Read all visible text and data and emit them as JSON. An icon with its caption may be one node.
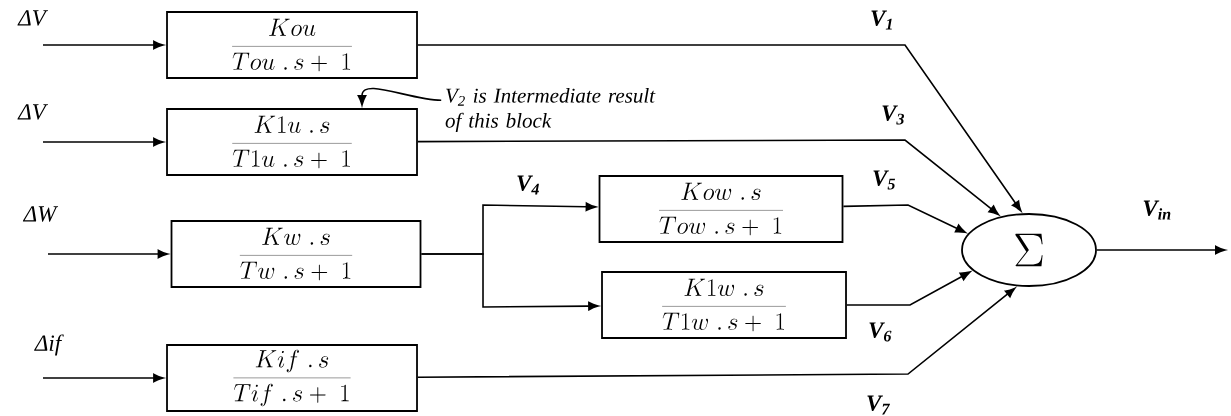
{
  "diagram": {
    "nodes": [
      {
        "text": [
          "\\frac{Kou}{Tou\\;.\\,s+\\;1}"
        ]
      },
      {
        "text": [
          "\\frac{K1u\\;.\\,s}{T1u\\;.\\,s+\\;1}"
        ]
      },
      {
        "text": [
          "\\frac{Kw\\;.\\,s}{Tw\\;.\\,s+\\;1}"
        ]
      },
      {
        "text": [
          "\\frac{Kow\\;.\\,s}{Tow\\;.\\,s+\\;1}"
        ]
      },
      {
        "text": [
          "\\frac{K1w\\;.\\,s}{T1w\\;.\\,s+\\;1}"
        ]
      },
      {
        "text": [
          "\\frac{Kif\\;.\\,s}{Tif\\;.\\,s+\\;1}"
        ]
      },
      {
        "text": [
          "\\Sigma"
        ]
      },
      {
        "text": [
          "V$_{2}$ is Intermediate result of this block"
        ]
      }
    ],
    "edges": [
      {
        "from": null,
        "to": 0,
        "arrow": "to",
        "label": "ΔV"
      },
      {
        "from": null,
        "to": 1,
        "arrow": "to",
        "label": "ΔV"
      },
      {
        "from": null,
        "to": 2,
        "arrow": "to",
        "label": "ΔW"
      },
      {
        "from": null,
        "to": 5,
        "arrow": "to",
        "label": "Δif"
      },
      {
        "from": 0,
        "to": 6,
        "arrow": "to",
        "label": "V$_{1}$"
      },
      {
        "from": 1,
        "to": 6,
        "arrow": "to",
        "label": "V$_{3}$"
      },
      {
        "from": 2,
        "to": 3,
        "arrow": "to",
        "label": "V$_{4}$"
      },
      {
        "from": 2,
        "to": 4,
        "arrow": "to"
      },
      {
        "from": 3,
        "to": 6,
        "arrow": "to",
        "label": "V$_{5}$"
      },
      {
        "from": 4,
        "to": 6,
        "arrow": "to",
        "label": "V$_{6}$"
      },
      {
        "from": 5,
        "to": 6,
        "arrow": "to",
        "label": "V$_{7}$"
      },
      {
        "from": 6,
        "to": null,
        "arrow": "to",
        "label": "V$_{in}$"
      },
      {
        "from": 7,
        "to": 1,
        "arrow": "to"
      }
    ]
  }
}
